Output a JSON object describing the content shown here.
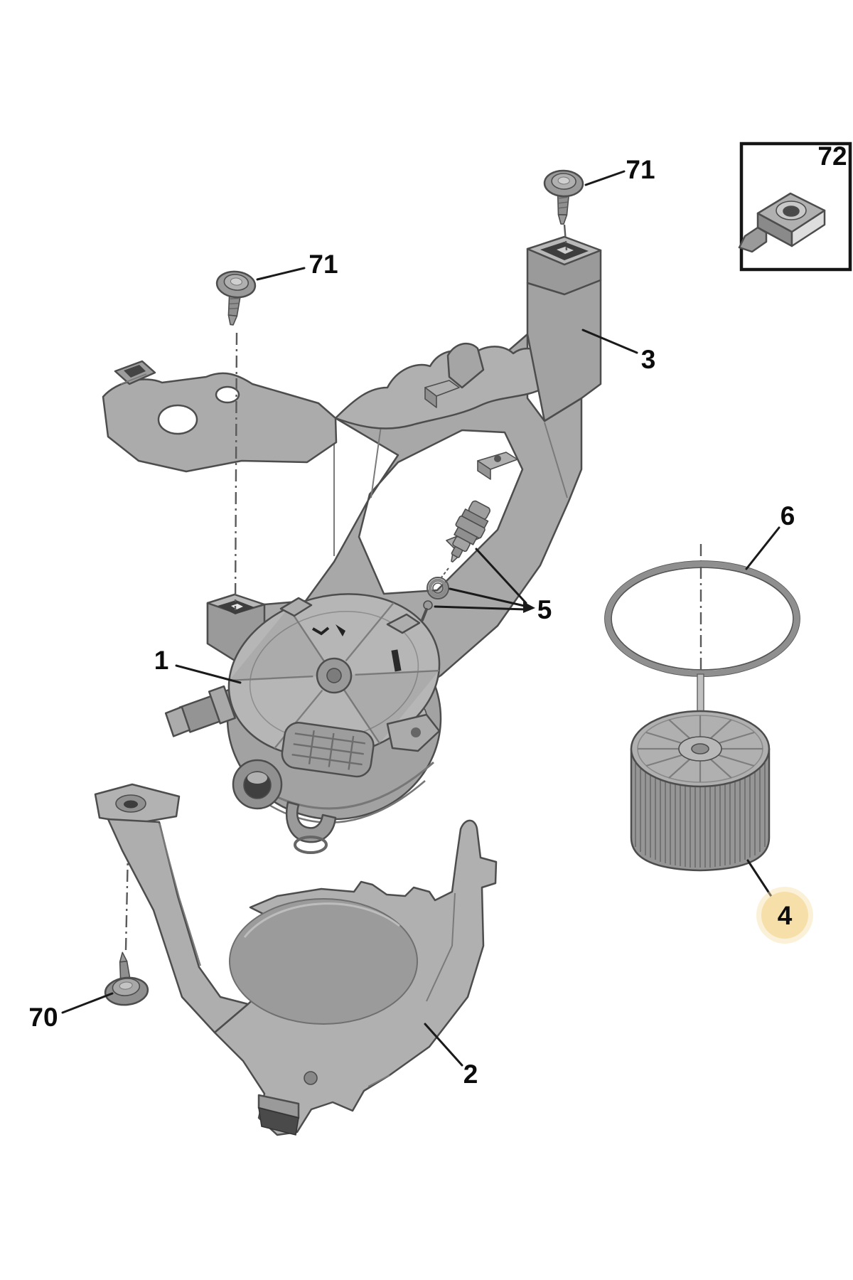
{
  "diagram": {
    "title": "Exploded parts diagram - fuel filter assembly",
    "background": "#ffffff",
    "leader_color": "#1a1a1a",
    "part_fill": "#a8a8a8",
    "part_fill_light": "#b6b6b6",
    "part_fill_dark": "#8c8c8c",
    "part_outline": "#4d4d4d",
    "centerline_color": "#5a5a5a",
    "highlight": {
      "fill": "#f6dfa9",
      "text": "#6b5310"
    },
    "callouts": [
      {
        "part": "fuel-filter-housing",
        "label": "1"
      },
      {
        "part": "lower-bracket",
        "label": "2"
      },
      {
        "part": "upper-bracket",
        "label": "3"
      },
      {
        "part": "filter-element",
        "label": "4",
        "highlighted": true
      },
      {
        "part": "water-sensor-kit",
        "label": "5"
      },
      {
        "part": "o-ring-seal",
        "label": "6"
      },
      {
        "part": "mounting-bolt",
        "label": "70"
      },
      {
        "part": "mounting-screw-front",
        "label": "71"
      },
      {
        "part": "mounting-screw-rear",
        "label": "71"
      },
      {
        "part": "clip-nut-boxed",
        "label": "72"
      }
    ]
  }
}
